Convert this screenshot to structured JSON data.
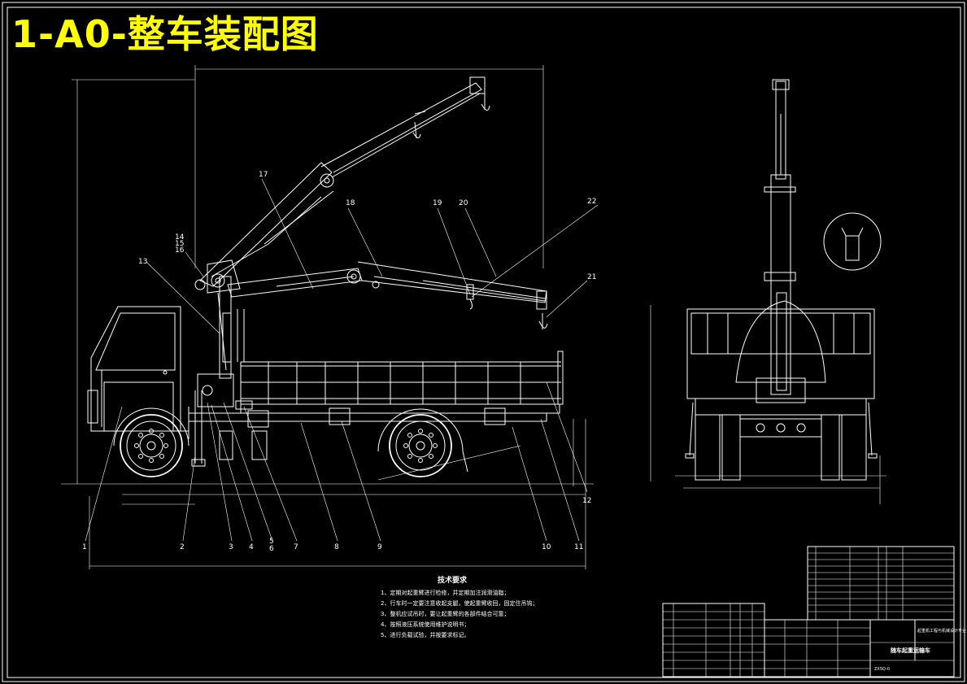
{
  "title": "1-A0-整车装配图",
  "part_labels": [
    "1",
    "2",
    "3",
    "4",
    "5",
    "6",
    "7",
    "8",
    "9",
    "10",
    "11",
    "12",
    "13",
    "14",
    "15",
    "16",
    "17",
    "18",
    "19",
    "20",
    "21",
    "22"
  ],
  "notes": {
    "heading": "技术要求",
    "lines": [
      "1、定期对起重臂进行检修，并定期加注润滑油脂；",
      "2、行车时一定要注意收起支腿，使起重臂收回，固定住吊钩；",
      "3、整机应试吊时，要让起重臂的各部件结合可靠；",
      "4、按照液压系统使用维护说明书；",
      "5、进行负载试验，并按要求标记。"
    ]
  },
  "title_block": {
    "drawing_name": "随车起重运输车",
    "org": "起重机工程与机械设计专业",
    "code": "ZXSQ-0"
  },
  "colors": {
    "title": "#ffff00",
    "lines": "#ffffff",
    "background": "#000000"
  }
}
